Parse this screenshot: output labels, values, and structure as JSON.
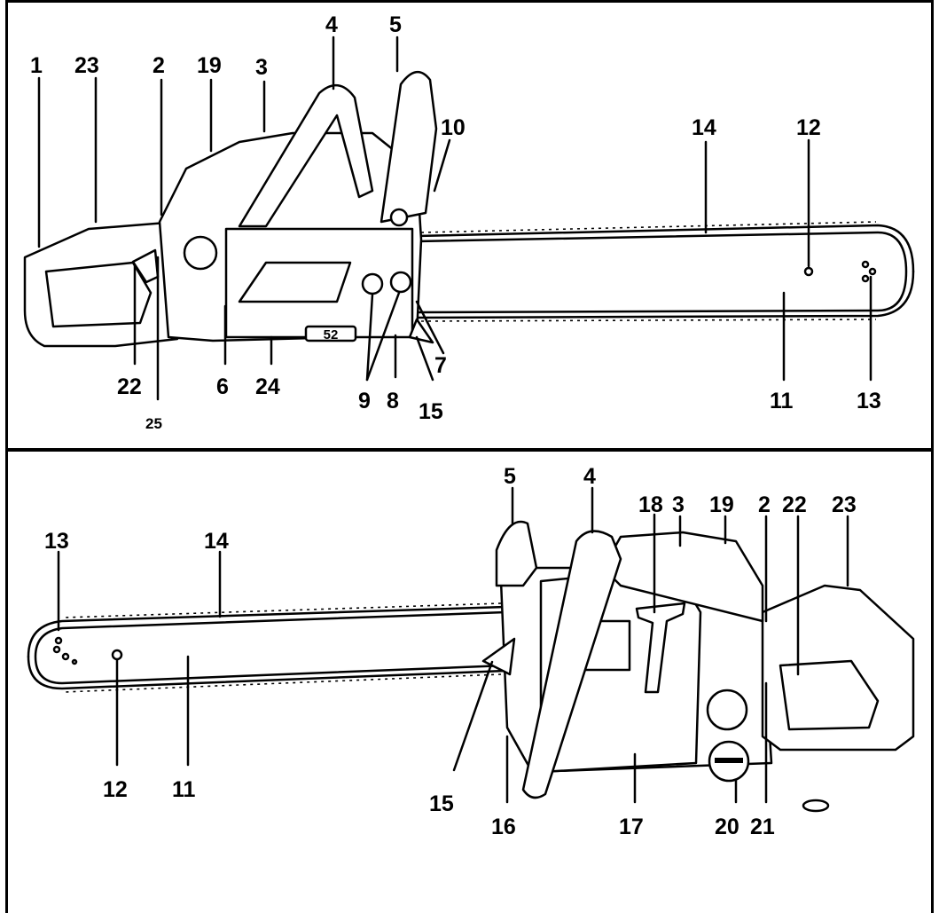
{
  "colors": {
    "ink": "#000000",
    "paper": "#ffffff"
  },
  "top_view": {
    "labels": {
      "n1": "1",
      "n23": "23",
      "n2": "2",
      "n19": "19",
      "n3": "3",
      "n4": "4",
      "n5": "5",
      "n10": "10",
      "n14": "14",
      "n12": "12",
      "n22": "22",
      "n25": "25",
      "n6": "6",
      "n24": "24",
      "n9": "9",
      "n8": "8",
      "n15": "15",
      "n7": "7",
      "n11": "11",
      "n13": "13"
    },
    "displacement_marking": "52"
  },
  "bottom_view": {
    "labels": {
      "n5": "5",
      "n4": "4",
      "n18": "18",
      "n3": "3",
      "n19": "19",
      "n2": "2",
      "n22": "22",
      "n23": "23",
      "n13": "13",
      "n14": "14",
      "n12": "12",
      "n11": "11",
      "n15": "15",
      "n16": "16",
      "n17": "17",
      "n20": "20",
      "n21": "21"
    }
  }
}
